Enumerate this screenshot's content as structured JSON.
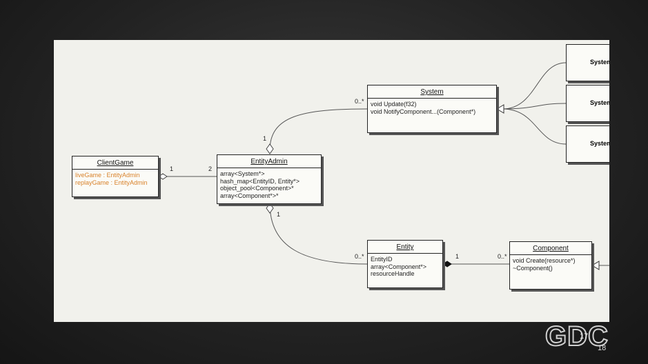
{
  "classes": {
    "client_game": {
      "name": "ClientGame",
      "fields": [
        "liveGame : EntityAdmin",
        "replayGame : EntityAdmin"
      ]
    },
    "entity_admin": {
      "name": "EntityAdmin",
      "fields": [
        "array<System*>",
        "hash_map<EntityID, Entity*>",
        "object_pool<Component>*",
        "array<Component*>*"
      ]
    },
    "system": {
      "name": "System",
      "fields": [
        "void Update(f32)",
        "void NotifyComponent...(Component*)"
      ]
    },
    "entity": {
      "name": "Entity",
      "fields": [
        "EntityID",
        "array<Component*>",
        "resourceHandle"
      ]
    },
    "component": {
      "name": "Component",
      "fields": [
        "void Create(resource*)",
        "~Component()"
      ]
    },
    "subsystems": [
      "System",
      "System",
      "System"
    ]
  },
  "multiplicities": {
    "client_to_admin_a": "1",
    "client_to_admin_b": "2",
    "admin_system_admin_side": "1",
    "admin_system_system_side": "0..*",
    "admin_entity_admin_side": "1",
    "admin_entity_entity_side": "0..*",
    "entity_component_entity_side": "1",
    "entity_component_component_side": "0..*"
  },
  "branding": {
    "logo": "GDC",
    "edition": "17",
    "slide_number": "18"
  },
  "colors": {
    "field_highlight": "#d9822b"
  }
}
